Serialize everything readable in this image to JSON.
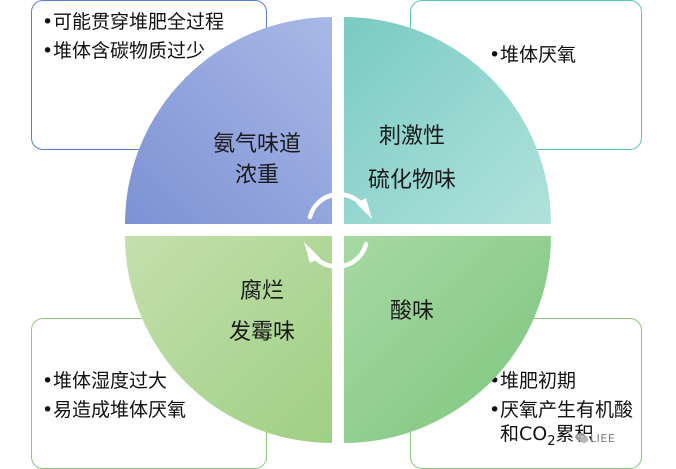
{
  "colors": {
    "top_left_quadrant": "#8ea0da",
    "top_right_quadrant": "#8dd2cb",
    "bottom_left_quadrant": "#b2d696",
    "bottom_right_quadrant": "#90cd8f",
    "box_border_blue": "#5b7ed0",
    "box_border_teal": "#5ec4b6",
    "box_border_green": "#8cc87a"
  },
  "quadrants": {
    "top_left": {
      "line1": "氨气味道",
      "line2": "浓重"
    },
    "top_right": {
      "line1": "刺激性",
      "line2": "硫化物味"
    },
    "bottom_left": {
      "line1": "腐烂",
      "line2": "发霉味"
    },
    "bottom_right": {
      "line1": "酸味"
    }
  },
  "boxes": {
    "top_left": {
      "items": [
        "可能贯穿堆肥全过程",
        "堆体含碳物质过少"
      ]
    },
    "top_right": {
      "items": [
        "堆体厌氧"
      ]
    },
    "bottom_left": {
      "items": [
        "堆体湿度过大",
        "易造成堆体厌氧"
      ]
    },
    "bottom_right": {
      "items": [
        "堆肥初期",
        "厌氧产生有机酸和"
      ],
      "co2_prefix": "CO",
      "co2_subscript": "2",
      "co2_suffix": "累积"
    }
  },
  "bullet_char": "•",
  "watermark": {
    "text": "LIEE",
    "icon": "wechat-icon"
  },
  "center_icon": "cycle-arrows-icon"
}
